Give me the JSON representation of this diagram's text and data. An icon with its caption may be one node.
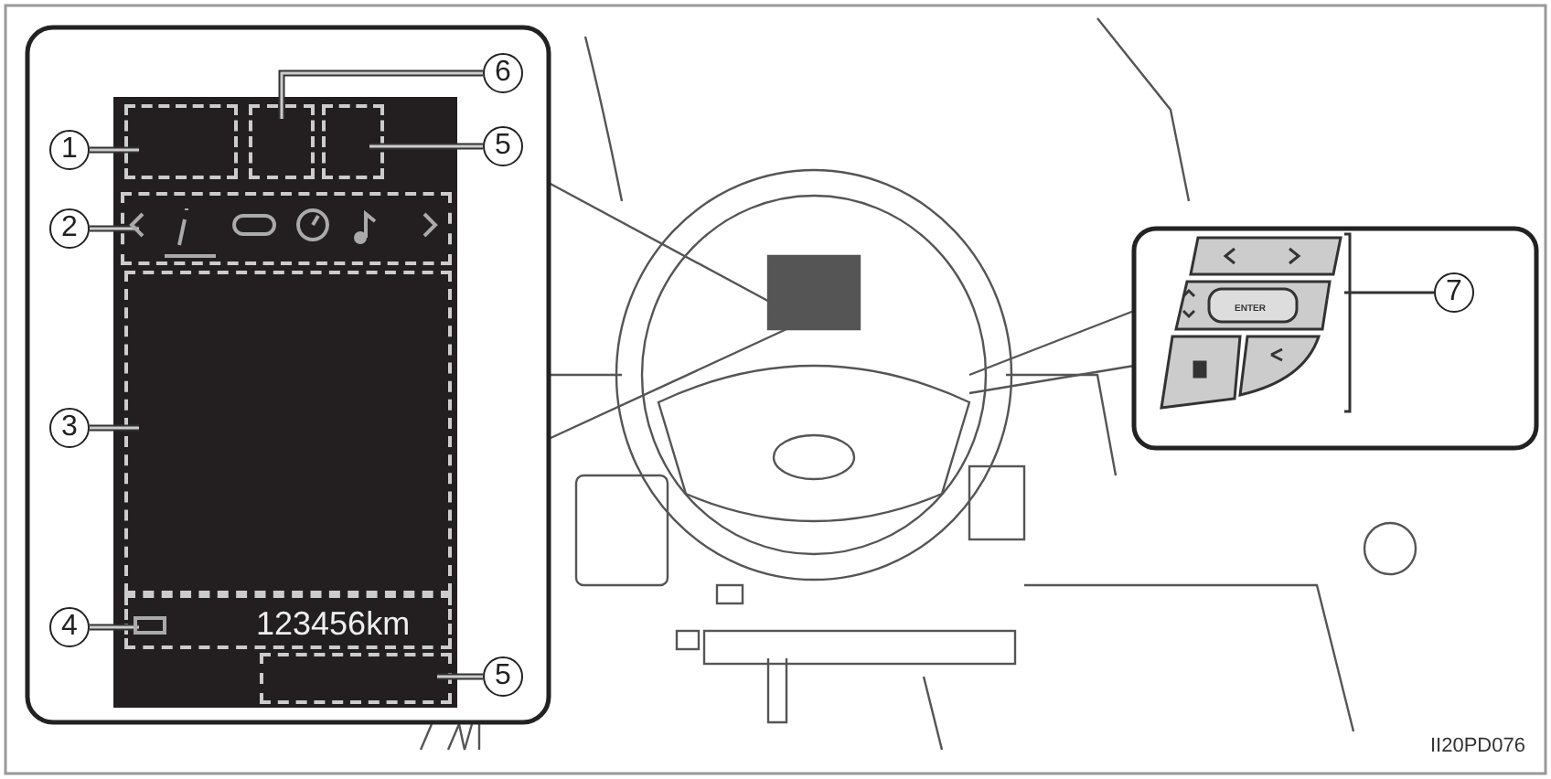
{
  "diagram": {
    "nodes": [
      {
        "text": [
          "1"
        ]
      },
      {
        "text": [],
        "shape": "box"
      },
      {
        "text": [
          "6"
        ]
      },
      {
        "text": [],
        "shape": "box"
      },
      {
        "text": [
          "5"
        ]
      },
      {
        "text": [],
        "shape": "box"
      },
      {
        "text": [
          "2"
        ]
      },
      {
        "text": [],
        "shape": "box"
      },
      {
        "text": [
          "3"
        ]
      },
      {
        "text": [],
        "shape": "box"
      },
      {
        "text": [
          "4"
        ]
      },
      {
        "text": [],
        "shape": "box"
      },
      {
        "text": [
          "5"
        ]
      },
      {
        "text": [],
        "shape": "box"
      },
      {
        "text": [
          "7"
        ]
      },
      {
        "text": [],
        "shape": "box"
      }
    ],
    "edges": [
      {
        "from": 0,
        "to": 1,
        "arrow": "none"
      },
      {
        "from": 2,
        "to": 3,
        "arrow": "none"
      },
      {
        "from": 4,
        "to": 5,
        "arrow": "none"
      },
      {
        "from": 6,
        "to": 7,
        "arrow": "none"
      },
      {
        "from": 8,
        "to": 9,
        "arrow": "none"
      },
      {
        "from": 10,
        "to": 11,
        "arrow": "none"
      },
      {
        "from": 12,
        "to": 13,
        "arrow": "none"
      },
      {
        "from": 14,
        "to": 15,
        "arrow": "none",
        "color": "#333333"
      }
    ],
    "labels": [
      "123456km",
      "ENTER",
      "II20PD076"
    ]
  }
}
